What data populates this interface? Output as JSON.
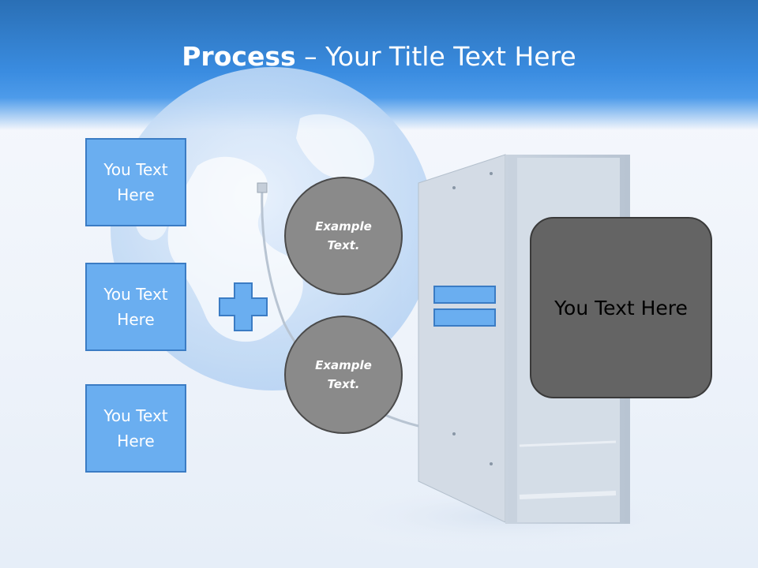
{
  "title": {
    "bold": "Process",
    "rest": " – Your Title Text Here"
  },
  "inputs": [
    {
      "label": "You Text Here"
    },
    {
      "label": "You Text Here"
    },
    {
      "label": "You Text Here"
    }
  ],
  "circles": [
    {
      "label": "Example Text."
    },
    {
      "label": "Example Text."
    }
  ],
  "result": {
    "label": "You Text Here"
  },
  "operators": {
    "plus": "plus-icon",
    "equals": "equals-icon"
  },
  "colors": {
    "header": "#3a8ce0",
    "box_fill": "#6aaef0",
    "box_border": "#3b7cc4",
    "circle_fill": "#8a8a8a",
    "result_fill": "#646464"
  }
}
